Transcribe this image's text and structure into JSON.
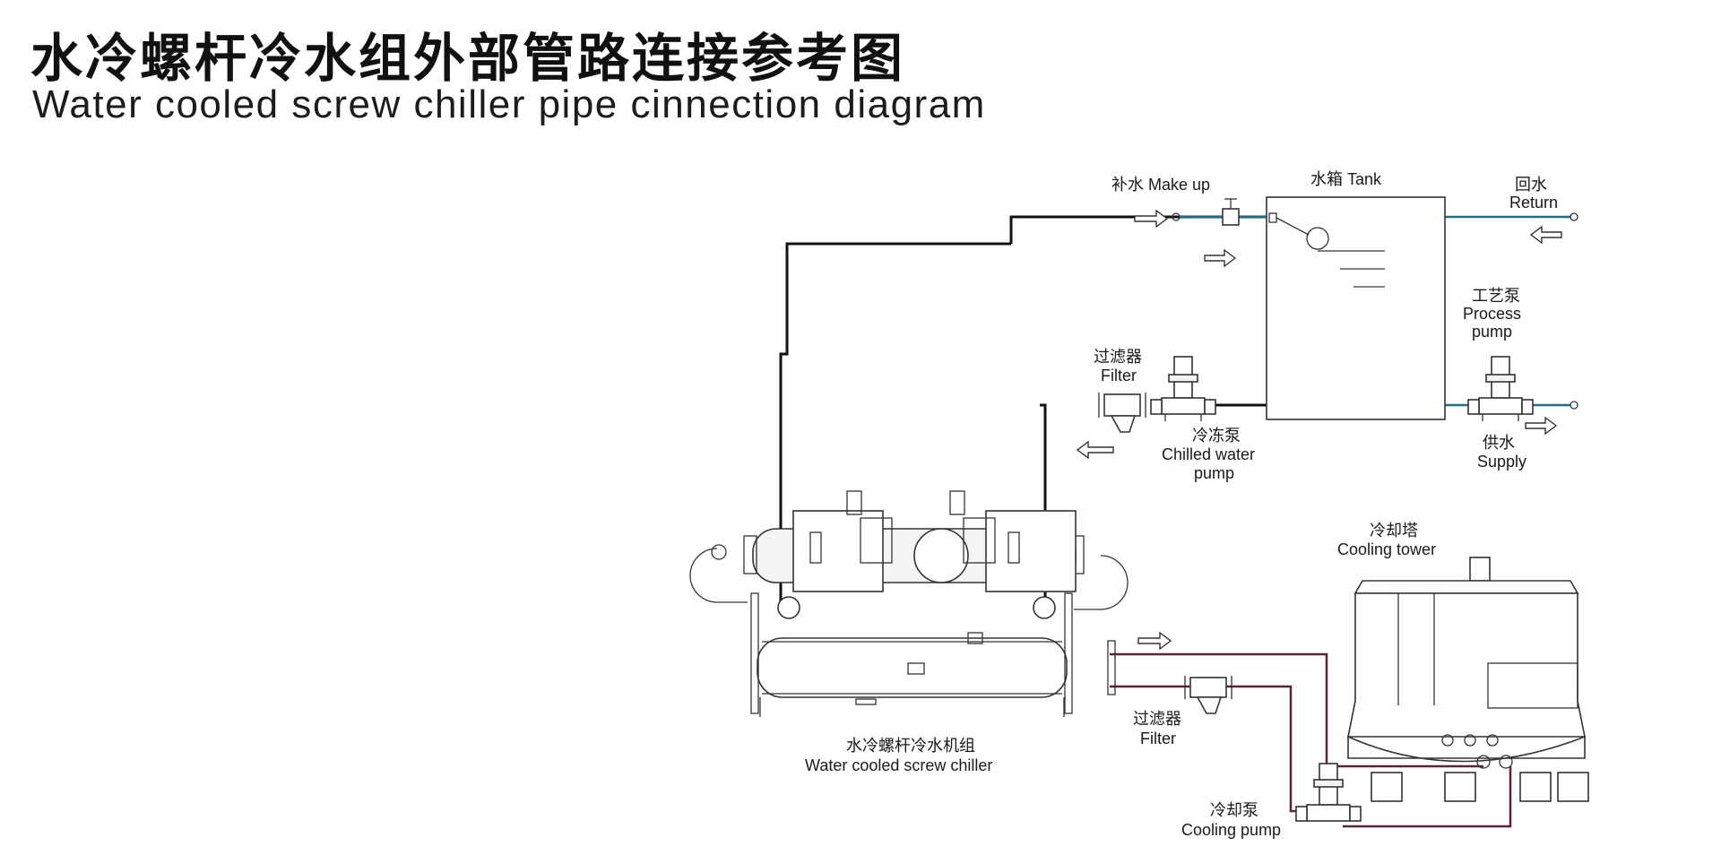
{
  "title": {
    "cn": "水冷螺杆冷水组外部管路连接参考图",
    "en": "Water cooled screw chiller pipe cinnection diagram"
  },
  "labels": {
    "make_up": "补水 Make up",
    "tank": "水箱 Tank",
    "return_cn": "回水",
    "return_en": "Return",
    "process_pump_cn": "工艺泵",
    "process_pump_en1": "Process",
    "process_pump_en2": "pump",
    "filter_top_cn": "过滤器",
    "filter_top_en": "Filter",
    "chilled_pump_cn": "冷冻泵",
    "chilled_pump_en1": "Chilled water",
    "chilled_pump_en2": "pump",
    "supply_cn": "供水",
    "supply_en": "Supply",
    "cooling_tower_cn": "冷却塔",
    "cooling_tower_en": "Cooling tower",
    "filter_bottom_cn": "过滤器",
    "filter_bottom_en": "Filter",
    "chiller_cn": "水冷螺杆冷水机组",
    "chiller_en": "Water cooled screw chiller",
    "cooling_pump_cn": "冷却泵",
    "cooling_pump_en": "Cooling pump"
  },
  "colors": {
    "main_pipe": "#111111",
    "make_up_pipe": "#1e6f86",
    "cooling_pipe": "#5a2438"
  }
}
